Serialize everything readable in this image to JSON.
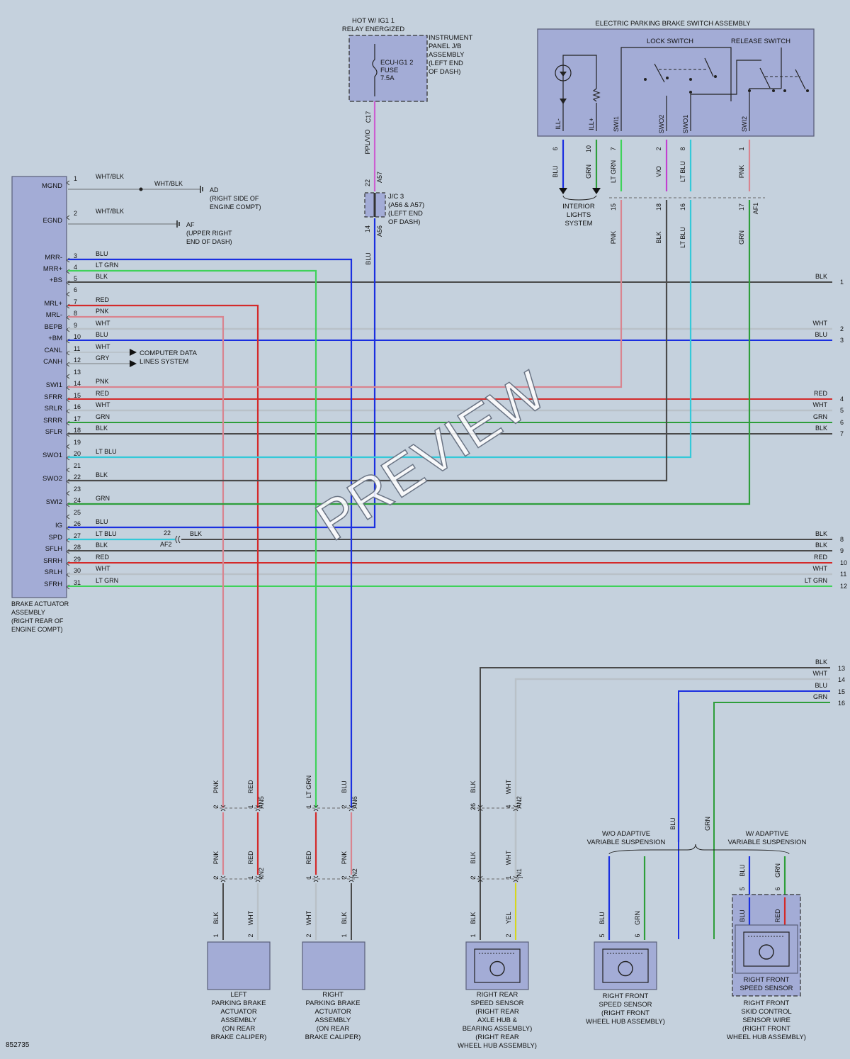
{
  "colors": {
    "background": "#c5d1dd",
    "box": "#a3acd6",
    "box_border": "#5a5f7a",
    "BLU": "#1a2fe0",
    "LT GRN": "#3fd25a",
    "BLK": "#4a4a4a",
    "WHT": "#b9c1c8",
    "RED": "#d42a2a",
    "PNK": "#d9848f",
    "GRY": "#9aa2a8",
    "GRN": "#2e9e3a",
    "LT BLU": "#34c9d9",
    "VIO": "#c23fd0",
    "PPL/VIO": "#cc5fd0",
    "YEL": "#d8d81a",
    "WHT/BLK": "#8a9096"
  },
  "header": {
    "hot_label": "HOT W/ IG1 1",
    "relay_label": "RELAY ENERGIZED",
    "fuse_label": "ECU-IG1 2",
    "fuse_word": "FUSE",
    "fuse_amp": "7.5A",
    "ipjb_lines": [
      "INSTRUMENT",
      "PANEL J/B",
      "ASSEMBLY",
      "(LEFT END",
      "OF DASH)"
    ],
    "epb_title": "ELECTRIC PARKING BRAKE SWITCH ASSEMBLY",
    "lock_switch": "LOCK SWITCH",
    "release_switch": "RELEASE SWITCH"
  },
  "epb_pins": [
    {
      "label": "ILL-",
      "pin": "6",
      "color": "BLU"
    },
    {
      "label": "ILL+",
      "pin": "10",
      "color": "GRN"
    },
    {
      "label": "SWI1",
      "pin": "7",
      "color": "LT GRN"
    },
    {
      "label": "SWO2",
      "pin": "2",
      "color": "VIO"
    },
    {
      "label": "SWO1",
      "pin": "8",
      "color": "LT BLU"
    },
    {
      "label": "SWI2",
      "pin": "1",
      "color": "PNK"
    }
  ],
  "af_connector": {
    "pins": [
      "15",
      "18",
      "16",
      "17"
    ],
    "label": "AF1",
    "colors": [
      "PNK",
      "BLK",
      "LT BLU",
      "GRN"
    ]
  },
  "interior_lights": [
    "INTERIOR",
    "LIGHTS",
    "SYSTEM"
  ],
  "fuse_connector": {
    "c17": "C17",
    "ppl": "PPL/VIO",
    "pin22": "22",
    "a57": "A57",
    "pin14": "14",
    "a56": "A56",
    "blu": "BLU"
  },
  "jc3_lines": [
    "J/C 3",
    "(A56 & A57)",
    "(LEFT END",
    "OF DASH)"
  ],
  "ground_ad": {
    "wire": "WHT/BLK",
    "lines": [
      "AD",
      "(RIGHT SIDE OF",
      "ENGINE COMPT)"
    ]
  },
  "ground_af": {
    "lines": [
      "AF",
      "(UPPER RIGHT",
      "END OF DASH)"
    ]
  },
  "computer_data": [
    "COMPUTER DATA",
    "LINES SYSTEM"
  ],
  "af2": {
    "pin": "22",
    "label": "AF2",
    "color": "BLK"
  },
  "actuator_pins": [
    {
      "pin": "1",
      "label": "MGND",
      "color": "WHT/BLK"
    },
    {
      "pin": "2",
      "label": "EGND",
      "color": "WHT/BLK"
    },
    {
      "pin": "3",
      "label": "MRR-",
      "color": "BLU"
    },
    {
      "pin": "4",
      "label": "MRR+",
      "color": "LT GRN"
    },
    {
      "pin": "5",
      "label": "+BS",
      "color": "BLK"
    },
    {
      "pin": "6",
      "label": "",
      "color": ""
    },
    {
      "pin": "7",
      "label": "MRL+",
      "color": "RED"
    },
    {
      "pin": "8",
      "label": "MRL-",
      "color": "PNK"
    },
    {
      "pin": "9",
      "label": "BEPB",
      "color": "WHT"
    },
    {
      "pin": "10",
      "label": "+BM",
      "color": "BLU"
    },
    {
      "pin": "11",
      "label": "CANL",
      "color": "WHT"
    },
    {
      "pin": "12",
      "label": "CANH",
      "color": "GRY"
    },
    {
      "pin": "13",
      "label": "",
      "color": ""
    },
    {
      "pin": "14",
      "label": "SWI1",
      "color": "PNK"
    },
    {
      "pin": "15",
      "label": "SFRR",
      "color": "RED"
    },
    {
      "pin": "16",
      "label": "SRLR",
      "color": "WHT"
    },
    {
      "pin": "17",
      "label": "SRRR",
      "color": "GRN"
    },
    {
      "pin": "18",
      "label": "SFLR",
      "color": "BLK"
    },
    {
      "pin": "19",
      "label": "",
      "color": ""
    },
    {
      "pin": "20",
      "label": "SWO1",
      "color": "LT BLU"
    },
    {
      "pin": "21",
      "label": "",
      "color": ""
    },
    {
      "pin": "22",
      "label": "SWO2",
      "color": "BLK"
    },
    {
      "pin": "23",
      "label": "",
      "color": ""
    },
    {
      "pin": "24",
      "label": "SWI2",
      "color": "GRN"
    },
    {
      "pin": "25",
      "label": "",
      "color": ""
    },
    {
      "pin": "26",
      "label": "IG",
      "color": "BLU"
    },
    {
      "pin": "27",
      "label": "SPD",
      "color": "LT BLU"
    },
    {
      "pin": "28",
      "label": "SFLH",
      "color": "BLK"
    },
    {
      "pin": "29",
      "label": "SRRH",
      "color": "RED"
    },
    {
      "pin": "30",
      "label": "SRLH",
      "color": "WHT"
    },
    {
      "pin": "31",
      "label": "SFRH",
      "color": "LT GRN"
    }
  ],
  "actuator_title": [
    "BRAKE ACTUATOR",
    "ASSEMBLY",
    "(RIGHT REAR OF",
    "ENGINE COMPT)"
  ],
  "right_refs": [
    {
      "num": "1",
      "color": "BLK"
    },
    {
      "num": "2",
      "color": "WHT"
    },
    {
      "num": "3",
      "color": "BLU"
    },
    {
      "num": "4",
      "color": "RED"
    },
    {
      "num": "5",
      "color": "WHT"
    },
    {
      "num": "6",
      "color": "GRN"
    },
    {
      "num": "7",
      "color": "BLK"
    },
    {
      "num": "8",
      "color": "BLK"
    },
    {
      "num": "9",
      "color": "BLK"
    },
    {
      "num": "10",
      "color": "RED"
    },
    {
      "num": "11",
      "color": "WHT"
    },
    {
      "num": "12",
      "color": "LT GRN"
    },
    {
      "num": "13",
      "color": "BLK"
    },
    {
      "num": "14",
      "color": "WHT"
    },
    {
      "num": "15",
      "color": "BLU"
    },
    {
      "num": "16",
      "color": "GRN"
    }
  ],
  "connectors": {
    "an5": {
      "label": "AN5",
      "pins": [
        "2",
        "1"
      ],
      "colors": [
        "PNK",
        "RED"
      ]
    },
    "an6": {
      "label": "AN6",
      "pins": [
        "1",
        "2"
      ],
      "colors": [
        "LT GRN",
        "BLU"
      ]
    },
    "an2": {
      "label": "AN2",
      "pins": [
        "26",
        "4"
      ],
      "colors": [
        "BLK",
        "WHT"
      ]
    },
    "kn2": {
      "label": "kN2",
      "pins": [
        "2",
        "1"
      ],
      "colors": [
        "PNK",
        "RED"
      ]
    },
    "jn2": {
      "label": "jN2",
      "pins": [
        "1",
        "2"
      ],
      "colors": [
        "RED",
        "PNK"
      ]
    },
    "jn1": {
      "label": "jN1",
      "pins": [
        "2",
        "1"
      ],
      "colors": [
        "BLK",
        "WHT"
      ]
    }
  },
  "lower_wires": {
    "left_act": {
      "pins": [
        "1",
        "2"
      ],
      "colors": [
        "BLK",
        "WHT"
      ]
    },
    "right_act": {
      "pins": [
        "2",
        "1"
      ],
      "colors": [
        "WHT",
        "BLK"
      ]
    },
    "rr_sensor": {
      "pins": [
        "1",
        "2"
      ],
      "colors": [
        "BLK",
        "YEL"
      ]
    },
    "rf_sensor": {
      "pins": [
        "5",
        "6"
      ],
      "colors": [
        "BLU",
        "GRN"
      ]
    },
    "rf_sensor2": {
      "pins": [
        "5",
        "6"
      ],
      "colors": [
        "BLU",
        "GRN"
      ],
      "inner": [
        "BLU",
        "RED"
      ]
    },
    "blu_grn": [
      "BLU",
      "GRN"
    ]
  },
  "variants": {
    "wo": [
      "W/O ADAPTIVE",
      "VARIABLE SUSPENSION"
    ],
    "w": [
      "W/ ADAPTIVE",
      "VARIABLE SUSPENSION"
    ]
  },
  "components": {
    "left_act": [
      "LEFT",
      "PARKING BRAKE",
      "ACTUATOR",
      "ASSEMBLY",
      "(ON REAR",
      "BRAKE CALIPER)"
    ],
    "right_act": [
      "RIGHT",
      "PARKING BRAKE",
      "ACTUATOR",
      "ASSEMBLY",
      "(ON REAR",
      "BRAKE CALIPER)"
    ],
    "rr_sensor": [
      "RIGHT REAR",
      "SPEED SENSOR",
      "(RIGHT REAR",
      "AXLE HUB &",
      "BEARING ASSEMBLY)",
      "(RIGHT REAR",
      "WHEEL HUB ASSEMBLY)"
    ],
    "rf_sensor": [
      "RIGHT FRONT",
      "SPEED SENSOR",
      "(RIGHT FRONT",
      "WHEEL HUB ASSEMBLY)"
    ],
    "rf_inner": [
      "RIGHT FRONT",
      "SPEED SENSOR"
    ],
    "rf_wire": [
      "RIGHT FRONT",
      "SKID CONTROL",
      "SENSOR WIRE",
      "(RIGHT FRONT",
      "WHEEL HUB ASSEMBLY)"
    ]
  },
  "diagram_id": "852735",
  "watermark": "PREVIEW"
}
